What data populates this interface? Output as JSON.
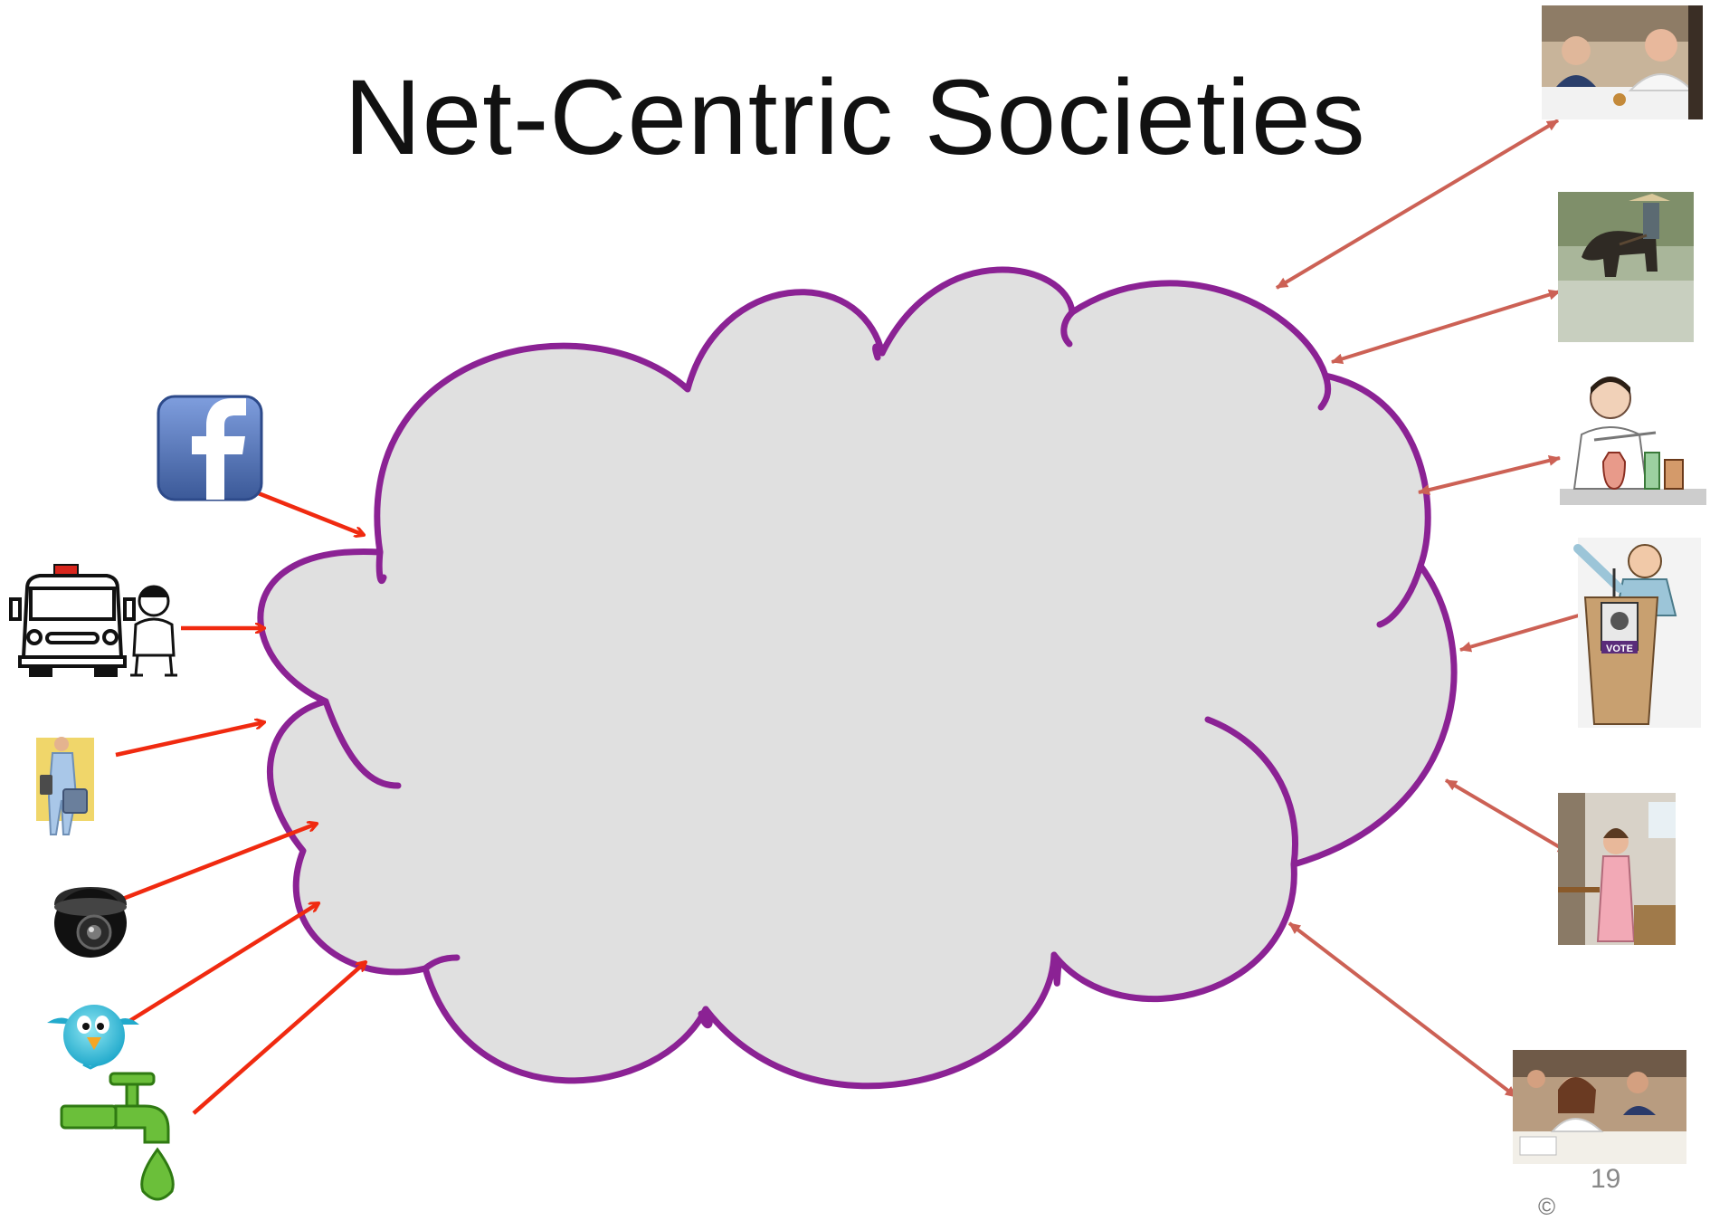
{
  "slide": {
    "title": "Net-Centric Societies",
    "page_number": "19",
    "footer_text": "©"
  },
  "colors": {
    "cloud_fill": "#e0e0e0",
    "cloud_stroke": "#8b2294",
    "input_arrow": "#f02a10",
    "bidirectional_arrow": "#cc6155"
  },
  "sources_left": [
    "facebook-icon",
    "ambulance-and-doctor-icon",
    "traveler-with-suitcase-icon",
    "security-camera-icon",
    "twitter-bird-icon",
    "water-tap-icon"
  ],
  "people_right": [
    "business-dinner-photo",
    "rice-farmer-with-ox-photo",
    "lab-chemist-icon",
    "politician-at-vote-podium-icon",
    "woman-in-kitchen-photo",
    "students-in-exam-hall-photo"
  ]
}
